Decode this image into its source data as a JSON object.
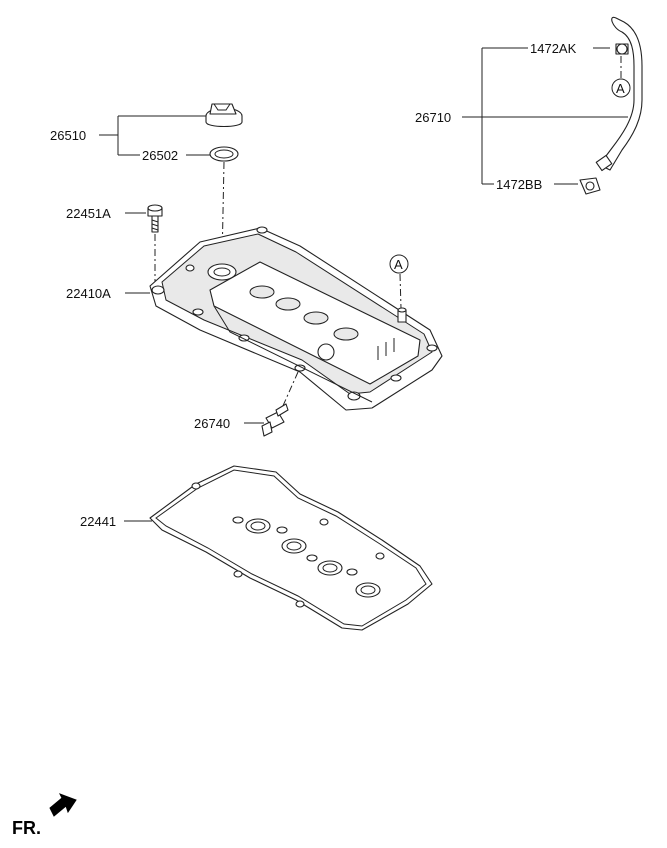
{
  "labels": {
    "p26510": "26510",
    "p26502": "26502",
    "p22451A": "22451A",
    "p22410A": "22410A",
    "p26740": "26740",
    "p22441": "22441",
    "p1472AK": "1472AK",
    "p26710": "26710",
    "p1472BB": "1472BB"
  },
  "ref_markers": {
    "hose_end": "A",
    "cover_port": "A"
  },
  "direction": {
    "text": "FR."
  }
}
